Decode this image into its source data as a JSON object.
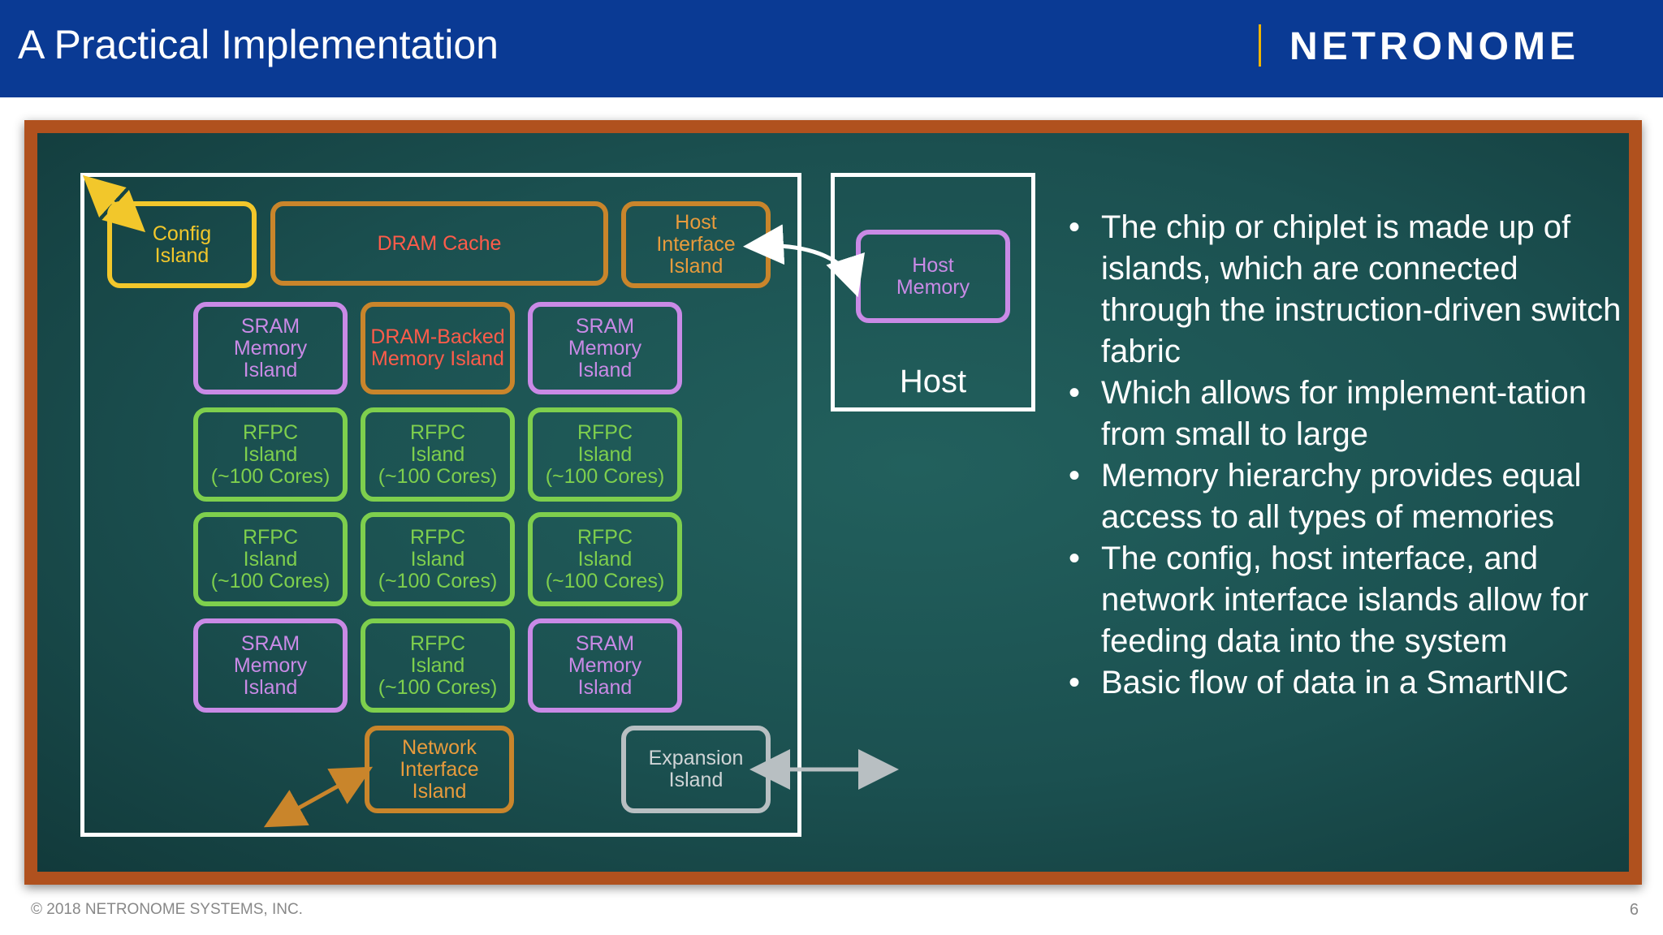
{
  "header": {
    "title": "A Practical Implementation",
    "logo_text": "NETRONOME"
  },
  "diagram": {
    "islands": {
      "config": "Config\nIsland",
      "dram_cache": "DRAM Cache",
      "host_interface": "Host\nInterface\nIsland",
      "sram_1": "SRAM\nMemory\nIsland",
      "dram_backed": "DRAM-Backed\nMemory Island",
      "sram_2": "SRAM\nMemory\nIsland",
      "rfpc_1": "RFPC\nIsland\n(~100 Cores)",
      "rfpc_2": "RFPC\nIsland\n(~100 Cores)",
      "rfpc_3": "RFPC\nIsland\n(~100 Cores)",
      "rfpc_4": "RFPC\nIsland\n(~100 Cores)",
      "rfpc_5": "RFPC\nIsland\n(~100 Cores)",
      "rfpc_6": "RFPC\nIsland\n(~100 Cores)",
      "sram_3": "SRAM\nMemory\nIsland",
      "rfpc_7": "RFPC\nIsland\n(~100 Cores)",
      "sram_4": "SRAM\nMemory\nIsland",
      "network_interface": "Network\nInterface\nIsland",
      "expansion": "Expansion\nIsland"
    },
    "host_memory": "Host\nMemory",
    "host_label": "Host",
    "colors": {
      "config": "#f2c72b",
      "orange": "#c9852b",
      "dram_text": "#ff5c4a",
      "sram": "#c98ae6",
      "rfpc": "#7ecf4d",
      "expansion": "#b8bfc2",
      "board_frame": "#b0511e",
      "header": "#0a3a94"
    }
  },
  "bullets": [
    "The chip or chiplet is made up of islands, which are connected through the instruction-driven switch fabric",
    "Which allows for implement-tation from small to large",
    "Memory hierarchy provides equal access to all types of memories",
    "The config, host interface, and network interface islands allow for feeding data into the system",
    "Basic flow of data in a SmartNIC"
  ],
  "footer": {
    "copyright": "© 2018 NETRONOME SYSTEMS, INC.",
    "page_number": "6"
  }
}
